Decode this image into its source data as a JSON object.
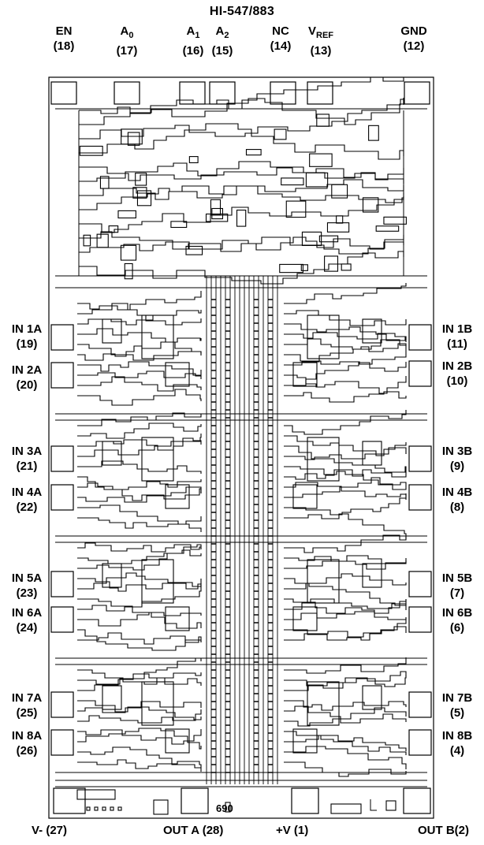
{
  "title": "HI-547/883",
  "top_pins": [
    {
      "name": "EN",
      "pin": "(18)"
    },
    {
      "name": "A",
      "sub": "0",
      "pin": "(17)"
    },
    {
      "name": "A",
      "sub": "1",
      "pin": "(16)"
    },
    {
      "name": "A",
      "sub": "2",
      "pin": "(15)"
    },
    {
      "name": "NC",
      "pin": "(14)"
    },
    {
      "name": "V",
      "sub": "REF",
      "pin": "(13)"
    },
    {
      "name": "GND",
      "pin": "(12)"
    }
  ],
  "left_pins": [
    {
      "name": "IN 1A",
      "pin": "(19)"
    },
    {
      "name": "IN 2A",
      "pin": "(20)"
    },
    {
      "name": "IN 3A",
      "pin": "(21)"
    },
    {
      "name": "IN 4A",
      "pin": "(22)"
    },
    {
      "name": "IN 5A",
      "pin": "(23)"
    },
    {
      "name": "IN 6A",
      "pin": "(24)"
    },
    {
      "name": "IN 7A",
      "pin": "(25)"
    },
    {
      "name": "IN 8A",
      "pin": "(26)"
    }
  ],
  "right_pins": [
    {
      "name": "IN 1B",
      "pin": "(11)"
    },
    {
      "name": "IN 2B",
      "pin": "(10)"
    },
    {
      "name": "IN 3B",
      "pin": "(9)"
    },
    {
      "name": "IN 4B",
      "pin": "(8)"
    },
    {
      "name": "IN 5B",
      "pin": "(7)"
    },
    {
      "name": "IN 6B",
      "pin": "(6)"
    },
    {
      "name": "IN 7B",
      "pin": "(5)"
    },
    {
      "name": "IN 8B",
      "pin": "(4)"
    }
  ],
  "bottom_pins": [
    "V- (27)",
    "OUT A (28)",
    "+V (1)",
    "OUT B(2)"
  ],
  "die_marking": "690"
}
